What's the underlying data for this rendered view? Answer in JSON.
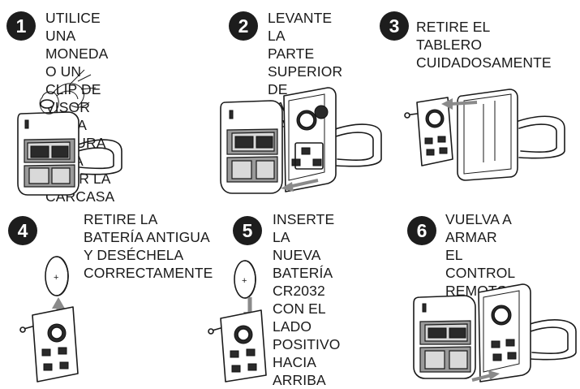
{
  "steps": [
    {
      "number": "1",
      "text": "UTILICE UNA MONEDA\nO UN CLIP DE VISOR\nEN LA RANURA PARA\nABRIR LA CARCASA"
    },
    {
      "number": "2",
      "text": "LEVANTE LA\nPARTE\nSUPERIOR DE\nLA CARCASA"
    },
    {
      "number": "3",
      "text": "RETIRE EL TABLERO\nCUIDADOSAMENTE"
    },
    {
      "number": "4",
      "text": "RETIRE LA\nBATERÍA ANTIGUA\nY DESÉCHELA\nCORRECTAMENTE"
    },
    {
      "number": "5",
      "text": "INSERTE LA\nNUEVA BATERÍA\nCR2032 CON EL\nLADO POSITIVO\nHACIA ARRIBA"
    },
    {
      "number": "6",
      "text": "VUELVA A\nARMAR EL\nCONTROL\nREMOTO"
    }
  ],
  "battery_mark": "+",
  "colors": {
    "badge": "#1d1d1d",
    "arrow": "#8a8a8a",
    "line": "#1a1a1a"
  }
}
